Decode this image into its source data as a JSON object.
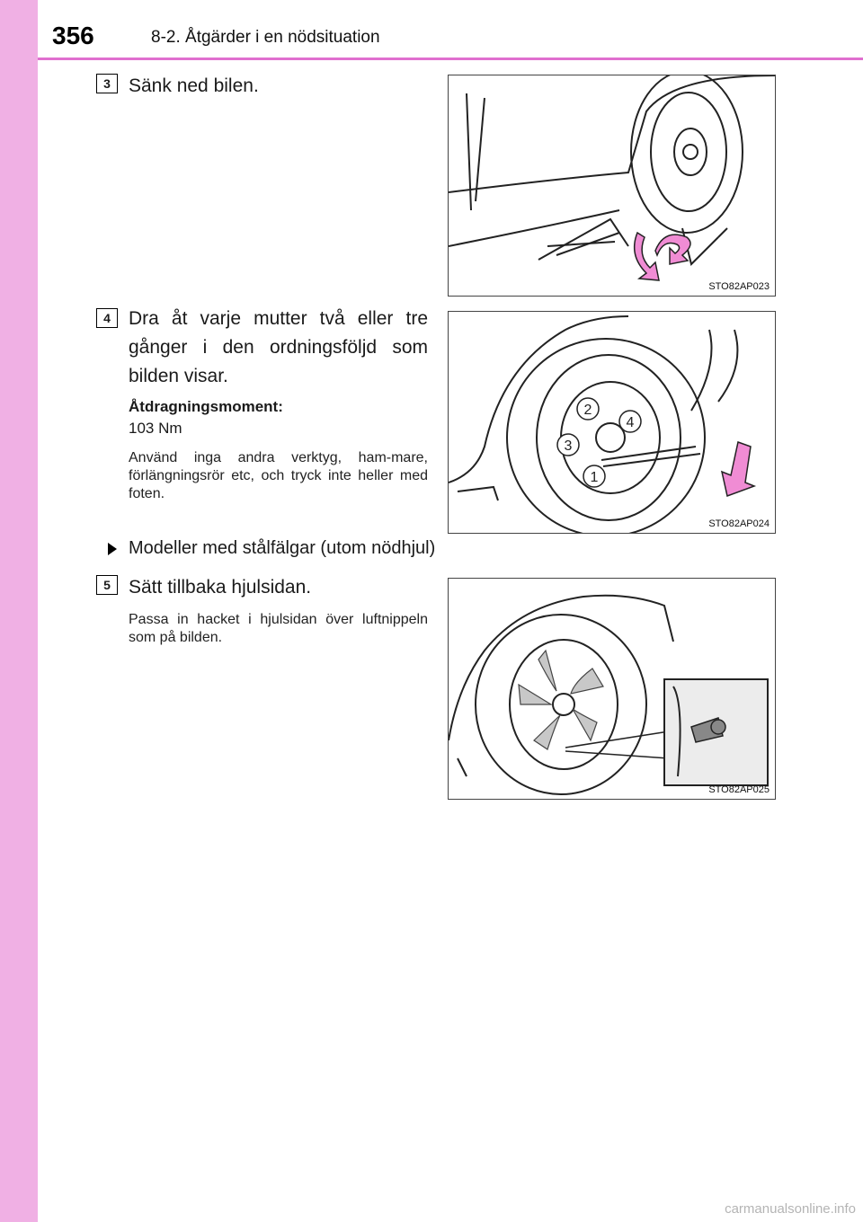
{
  "header": {
    "page_number": "356",
    "section": "8-2. Åtgärder i en nödsituation"
  },
  "steps": [
    {
      "number": "3",
      "text": "Sänk ned bilen.",
      "figure_code": "STO82AP023"
    },
    {
      "number": "4",
      "text": "Dra åt varje mutter två eller tre gånger i den ordningsföljd som bilden visar.",
      "torque_label": "Åtdragningsmoment:",
      "torque_value": "103 Nm",
      "note": "Använd inga andra verktyg, ham-mare, förlängningsrör etc, och tryck inte heller med foten.",
      "figure_code": "STO82AP024",
      "nut_order": [
        "1",
        "2",
        "3",
        "4"
      ]
    },
    {
      "number": "5",
      "text": "Sätt tillbaka hjulsidan.",
      "note": "Passa in hacket i hjulsidan över luftnippeln som på bilden.",
      "figure_code": "STO82AP025"
    }
  ],
  "subheading": "Modeller med stålfälgar (utom nödhjul)",
  "footer": "carmanualsonline.info",
  "colors": {
    "side_band": "#f0b0e4",
    "header_line": "#e06fcf",
    "arrow_fill": "#f08cd4"
  }
}
